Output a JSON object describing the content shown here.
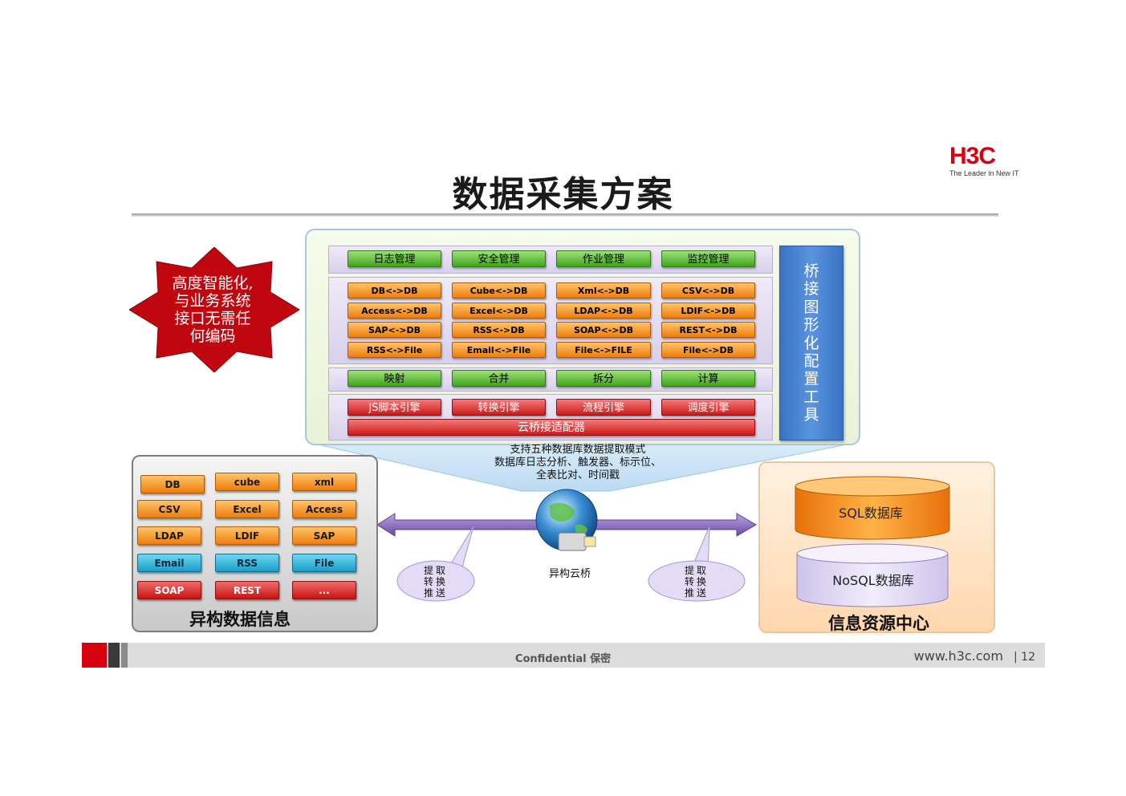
{
  "logo": {
    "mark": "H3C",
    "tagline": "The Leader in New IT"
  },
  "title": "数据采集方案",
  "badge": {
    "lines": [
      "高度智能化,",
      "与业务系统",
      "接口无需任",
      "何编码"
    ]
  },
  "platform": {
    "management": [
      "日志管理",
      "安全管理",
      "作业管理",
      "监控管理"
    ],
    "adapters": [
      "DB<->DB",
      "Cube<->DB",
      "Xml<->DB",
      "CSV<->DB",
      "Access<->DB",
      "Excel<->DB",
      "LDAP<->DB",
      "LDIF<->DB",
      "SAP<->DB",
      "RSS<->DB",
      "SOAP<->DB",
      "REST<->DB",
      "RSS<->File",
      "Email<->File",
      "File<->FILE",
      "File<->DB"
    ],
    "operations": [
      "映射",
      "合并",
      "拆分",
      "计算"
    ],
    "engines": [
      "JS脚本引擎",
      "转换引擎",
      "流程引擎",
      "调度引擎"
    ],
    "cloud_adapter": "云桥接适配器",
    "tool_chars": [
      "桥",
      "接",
      "图",
      "形",
      "化",
      "配",
      "置",
      "工",
      "具"
    ]
  },
  "funnel_text": [
    "支持五种数据库数据提取模式",
    "数据库日志分析、触发器、标示位、",
    "全表比对、时间戳"
  ],
  "hub_label": "异构云桥",
  "bubbles": [
    {
      "lines": [
        "提取",
        "转换",
        "推送"
      ]
    },
    {
      "lines": [
        "提取",
        "转换",
        "推送"
      ]
    }
  ],
  "left_panel": {
    "title": "异构数据信息",
    "items": [
      {
        "label": "DB",
        "tone": "orange"
      },
      {
        "label": "cube",
        "tone": "orange"
      },
      {
        "label": "xml",
        "tone": "orange"
      },
      {
        "label": "CSV",
        "tone": "orange"
      },
      {
        "label": "Excel",
        "tone": "orange"
      },
      {
        "label": "Access",
        "tone": "orange"
      },
      {
        "label": "LDAP",
        "tone": "orange"
      },
      {
        "label": "LDIF",
        "tone": "orange"
      },
      {
        "label": "SAP",
        "tone": "orange"
      },
      {
        "label": "Email",
        "tone": "cyan"
      },
      {
        "label": "RSS",
        "tone": "cyan"
      },
      {
        "label": "File",
        "tone": "cyan"
      },
      {
        "label": "SOAP",
        "tone": "red"
      },
      {
        "label": "REST",
        "tone": "red"
      },
      {
        "label": "...",
        "tone": "red"
      }
    ]
  },
  "right_panel": {
    "title": "信息资源中心",
    "sql": "SQL数据库",
    "nosql": "NoSQL数据库"
  },
  "footer": {
    "confidential": "Confidential 保密",
    "url": "www.h3c.com",
    "page": "| 12"
  },
  "colors": {
    "brand_red": "#d7000f",
    "green": "#3ea51a",
    "orange": "#ee7d0c",
    "red": "#cc1a1a",
    "blue": "#3a73c3"
  }
}
